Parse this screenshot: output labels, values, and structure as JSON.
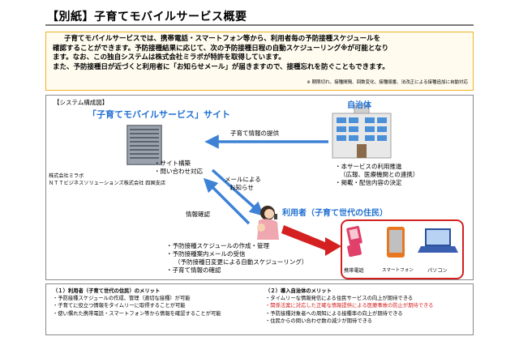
{
  "title": "【別紙】子育てモバイルサービス概要",
  "intro": {
    "lines": [
      "子育てモバイルサービスでは、携帯電話・スマートフォン等から、利用者毎の予防接種スケジュールを",
      "確認することができます。予防接種結果に応じて、次の予防接種日程の自動スケジューリング※が可能となり",
      "ます。なお、この独自システムは株式会社ミラボが特許を取得しています。",
      "また、予防接種日が近づくと利用者に「お知らせメール」が届きますので、接種忘れを防ぐこともできます。"
    ],
    "note": "※ 期限切れ、接種間隔、回数変化、接種順番、法改正による接種追加に自動対応"
  },
  "diagram": {
    "label": "【システム構成図】",
    "site_title": "「子育てモバイルサービス」サイト",
    "municipality_title": "自治体",
    "user_title": "利用者（子育て世代の住民）",
    "server_tasks": [
      "・サイト構築",
      "・問い合わせ対応"
    ],
    "operators": [
      "株式会社ミラボ",
      "ＮＴＴビジネスソリューションズ株式会社 四国支店"
    ],
    "arrow_info_provide": "子育て情報の提供",
    "arrow_mail": [
      "メールによる",
      "お知らせ"
    ],
    "arrow_info_check": "情報確認",
    "municipality_tasks": [
      "・本サービスの利用推進",
      "（広報、医療機関との連携）",
      "・掲載・配信内容の決定"
    ],
    "user_tasks": [
      "・予防接種スケジュールの作成・管理",
      "・予防接種案内メールの受信",
      "（予防接種日変更による自動スケジューリング）",
      "・子育て情報の確認"
    ],
    "devices": [
      "携帯電話",
      "スマートフォン",
      "パソコン"
    ]
  },
  "benefits": {
    "user": {
      "heading": "（１）利用者（子育て世代の住民）のメリット",
      "items": [
        "・予防接種スケジュールの作成、管理（適切な接種）が可能",
        "・子育てに役立つ情報をタイムリーに取得することが可能",
        "・使い慣れた携帯電話・スマートフォン等から情報を確認することが可能"
      ]
    },
    "municipality": {
      "heading": "（２）導入自治体のメリット",
      "items": [
        "・タイムリーな情報発信による住民サービスの向上が期待できる",
        "・関係法案に対応した正確な情報提供による医療事故の防止が期待できる",
        "・予防接種対象者への周知による接種率の向上が期待できる",
        "・住民からの問い合わせ数の減少が期待できる"
      ],
      "highlight_index": 1
    }
  },
  "colors": {
    "accent_blue": "#1f6fd1",
    "frame_orange": "#f0b323",
    "arrow_blue": "#3d82d6",
    "highlight_red": "#d42020"
  }
}
